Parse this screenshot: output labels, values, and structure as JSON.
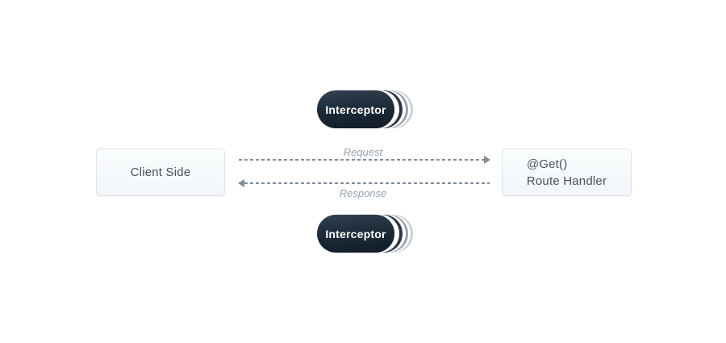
{
  "diagram": {
    "interceptor_top": {
      "label": "Interceptor"
    },
    "interceptor_bottom": {
      "label": "Interceptor"
    },
    "client_box": {
      "label": "Client Side"
    },
    "route_box": {
      "line1": "@Get()",
      "line2": "Route Handler"
    },
    "request_arrow": {
      "label": "Request",
      "direction": "right"
    },
    "response_arrow": {
      "label": "Response",
      "direction": "left"
    }
  },
  "colors": {
    "background": "#ffffff",
    "pill_grad_top": "#32414f",
    "pill_grad_mid": "#1d2b39",
    "pill_grad_bottom": "#111c27",
    "pill_text": "#ffffff",
    "stack_dark": "#2a3643",
    "stack_medium": "#99a2ab",
    "stack_light": "#cbd0d5",
    "box_border": "#dce2e9",
    "box_bg_top": "#fafcfd",
    "box_bg_bottom": "#f3f6f9",
    "box_text": "#49525f",
    "arrow": "#7f8d9b",
    "arrow_label": "#99a4af"
  }
}
